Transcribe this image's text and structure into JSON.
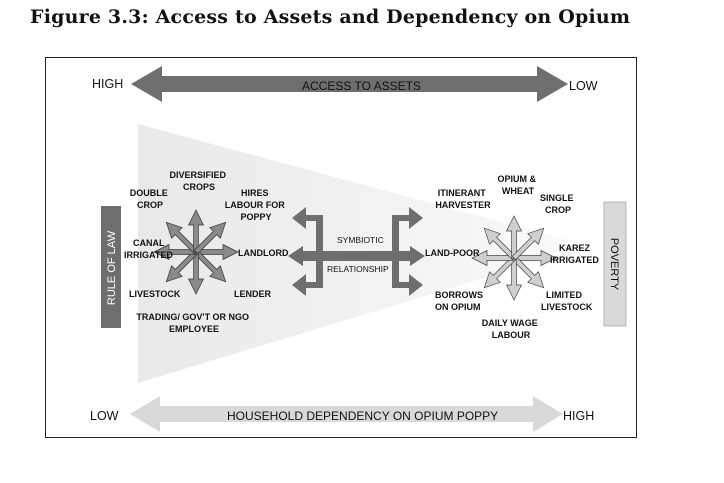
{
  "title": "Figure 3.3: Access to Assets and Dependency on Opium",
  "top_axis": {
    "left": "HIGH",
    "label": "ACCESS TO ASSETS",
    "right": "LOW"
  },
  "bottom_axis": {
    "left": "LOW",
    "label": "HOUSEHOLD DEPENDENCY ON OPIUM POPPY",
    "right": "HIGH"
  },
  "left_bar": "RULE OF LAW",
  "right_bar": "POVERTY",
  "center": {
    "line1": "SYMBIOTIC",
    "line2": "RELATIONSHIP"
  },
  "left_star": {
    "diversified": [
      "DIVERSIFIED",
      "CROPS"
    ],
    "double": [
      "DOUBLE",
      "CROP"
    ],
    "hires": [
      "HIRES",
      "LABOUR FOR",
      "POPPY"
    ],
    "canal": [
      "CANAL",
      "IRRIGATED"
    ],
    "landlord": "LANDLORD",
    "livestock": "LIVESTOCK",
    "lender": "LENDER",
    "trading": [
      "TRADING/ GOV'T OR NGO",
      "EMPLOYEE"
    ]
  },
  "right_star": {
    "opium": [
      "OPIUM &",
      "WHEAT"
    ],
    "itinerant": [
      "ITINERANT",
      "HARVESTER"
    ],
    "single": [
      "SINGLE",
      "CROP"
    ],
    "landpoor": "LAND-POOR",
    "karez": [
      "KAREZ",
      "IRRIGATED"
    ],
    "borrows": [
      "BORROWS",
      "ON OPIUM"
    ],
    "limited": [
      "LIMITED",
      "LIVESTOCK"
    ],
    "daily": [
      "DAILY WAGE",
      "LABOUR"
    ]
  },
  "colors": {
    "dark_gray": "#6e6e6e",
    "light_gray": "#d9d9d9",
    "wedge": "#eeeeee",
    "left_star": "#8a8a8a",
    "right_star": "#cfcfcf"
  }
}
